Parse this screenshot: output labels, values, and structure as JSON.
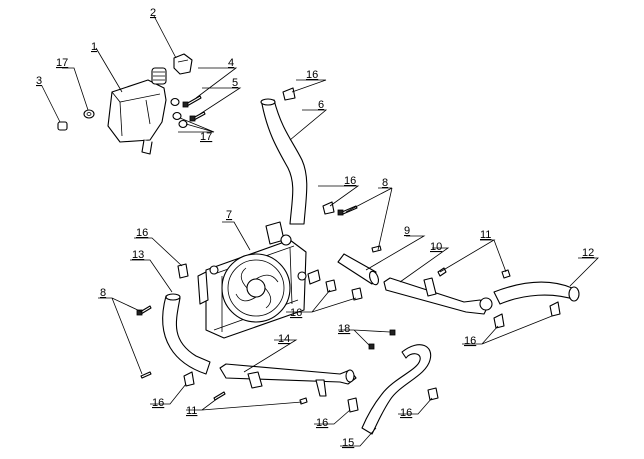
{
  "callouts": {
    "c1": "1",
    "c2": "2",
    "c3": "3",
    "c4": "4",
    "c5": "5",
    "c6": "6",
    "c7": "7",
    "c8a": "8",
    "c8b": "8",
    "c9": "9",
    "c10": "10",
    "c11a": "11",
    "c11b": "11",
    "c12": "12",
    "c13": "13",
    "c14": "14",
    "c15": "15",
    "c16a": "16",
    "c16b": "16",
    "c16c": "16",
    "c16d": "16",
    "c16e": "16",
    "c16f": "16",
    "c16g": "16",
    "c16h": "16",
    "c17a": "17",
    "c17b": "17",
    "c18": "18"
  }
}
